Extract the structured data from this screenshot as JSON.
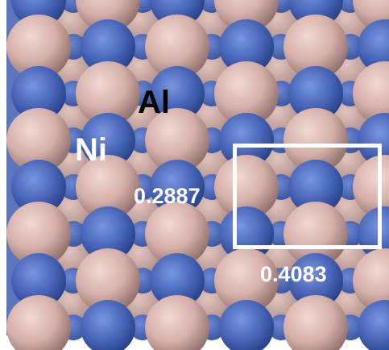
{
  "figure": {
    "atom_labels": {
      "al": "Al",
      "ni": "Ni"
    },
    "unit_cell": {
      "height_label": "0.2887",
      "width_label": "0.4083"
    },
    "colors": {
      "al_atom": "#d9b3ad",
      "ni_atom": "#4f6bc2",
      "background": "#5c75bd",
      "box": "#ffffff"
    }
  }
}
